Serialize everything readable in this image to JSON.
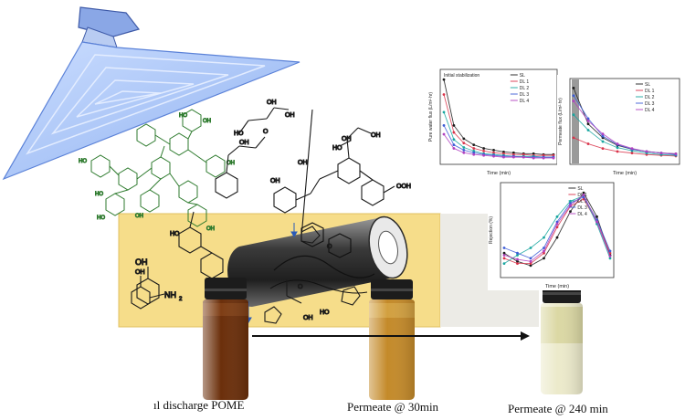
{
  "captions": {
    "bottle1": "ıl discharge POME",
    "bottle2": "Permeate @ 30min",
    "bottle3": "Permeate @ 240 min"
  },
  "colors": {
    "uv_lamp": "#6f8fd6",
    "uv_beam": "#a9c4f5",
    "yellow_panel": "#f6dd8a",
    "membrane": "#4a4a4a",
    "liquid_raw": "#6b2f0b",
    "liquid_30min": "#c48a2a",
    "liquid_240min": "#e4e2b8"
  },
  "chart_data": [
    {
      "type": "line",
      "annotation": "Initial stabilization",
      "xlabel": "Time (min)",
      "ylabel": "Pure water flux (L/m²·hr)",
      "series": [
        {
          "name": "SL",
          "color": "#1a1a1a",
          "values": [
            92,
            40,
            25,
            18,
            14,
            12,
            10,
            9,
            8,
            8,
            7,
            7
          ]
        },
        {
          "name": "DL 1",
          "color": "#d9334a",
          "values": [
            75,
            32,
            20,
            14,
            11,
            9,
            8,
            7,
            7,
            6,
            6,
            6
          ]
        },
        {
          "name": "DL 2",
          "color": "#18a6a0",
          "values": [
            55,
            24,
            15,
            11,
            8,
            7,
            6,
            5,
            5,
            5,
            4,
            4
          ]
        },
        {
          "name": "DL 3",
          "color": "#3b5bd6",
          "values": [
            40,
            18,
            12,
            9,
            7,
            6,
            5,
            5,
            4,
            4,
            4,
            4
          ]
        },
        {
          "name": "DL 4",
          "color": "#b040c0",
          "values": [
            30,
            14,
            9,
            7,
            6,
            5,
            4,
            4,
            4,
            3,
            3,
            3
          ]
        }
      ]
    },
    {
      "type": "line",
      "xlabel": "Time (min)",
      "ylabel": "Permeate flux (L/m²·hr)",
      "series": [
        {
          "name": "SL",
          "color": "#1a1a1a",
          "values": [
            95,
            48,
            30,
            20,
            15,
            12,
            10,
            9
          ]
        },
        {
          "name": "DL 1",
          "color": "#d9334a",
          "values": [
            30,
            22,
            16,
            12,
            10,
            8,
            7,
            6
          ]
        },
        {
          "name": "DL 2",
          "color": "#18a6a0",
          "values": [
            60,
            40,
            25,
            17,
            13,
            10,
            8,
            7
          ]
        },
        {
          "name": "DL 3",
          "color": "#3b5bd6",
          "values": [
            85,
            55,
            32,
            21,
            15,
            12,
            10,
            8
          ]
        },
        {
          "name": "DL 4",
          "color": "#b040c0",
          "values": [
            78,
            52,
            35,
            22,
            16,
            12,
            10,
            9
          ]
        }
      ]
    },
    {
      "type": "line",
      "xlabel": "Time (min)",
      "ylabel": "Rejection (%)",
      "series": [
        {
          "name": "SL",
          "color": "#1a1a1a",
          "values": [
            20,
            12,
            8,
            15,
            35,
            60,
            78,
            55,
            18
          ]
        },
        {
          "name": "DL 1",
          "color": "#d9334a",
          "values": [
            15,
            10,
            10,
            20,
            45,
            65,
            72,
            50,
            20
          ]
        },
        {
          "name": "DL 2",
          "color": "#18a6a0",
          "values": [
            10,
            18,
            25,
            35,
            55,
            70,
            75,
            48,
            15
          ]
        },
        {
          "name": "DL 3",
          "color": "#3b5bd6",
          "values": [
            25,
            20,
            15,
            25,
            50,
            68,
            74,
            52,
            22
          ]
        },
        {
          "name": "DL 4",
          "color": "#b040c0",
          "values": [
            18,
            14,
            12,
            22,
            48,
            66,
            76,
            50,
            17
          ]
        }
      ]
    }
  ]
}
